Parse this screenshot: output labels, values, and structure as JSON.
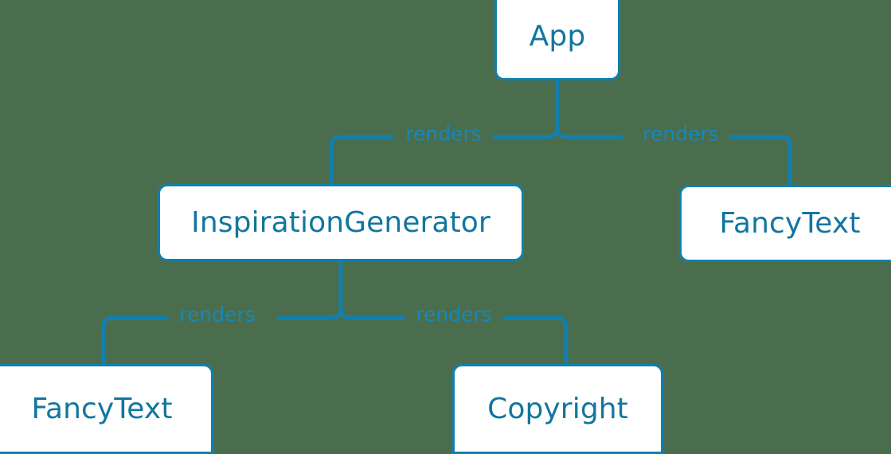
{
  "diagram": {
    "type": "component-tree",
    "background_color": "#4a6e4d",
    "accent_color": "#1180b0",
    "text_color": "#12769f",
    "node_fill": "#ffffff",
    "nodes": [
      {
        "id": "app",
        "label": "App"
      },
      {
        "id": "inspiration",
        "label": "InspirationGenerator"
      },
      {
        "id": "fancytext_right",
        "label": "FancyText"
      },
      {
        "id": "fancytext_left",
        "label": "FancyText"
      },
      {
        "id": "copyright",
        "label": "Copyright"
      }
    ],
    "edges": [
      {
        "from": "app",
        "to": "inspiration",
        "label": "renders"
      },
      {
        "from": "app",
        "to": "fancytext_right",
        "label": "renders"
      },
      {
        "from": "inspiration",
        "to": "fancytext_left",
        "label": "renders"
      },
      {
        "from": "inspiration",
        "to": "copyright",
        "label": "renders"
      }
    ]
  }
}
